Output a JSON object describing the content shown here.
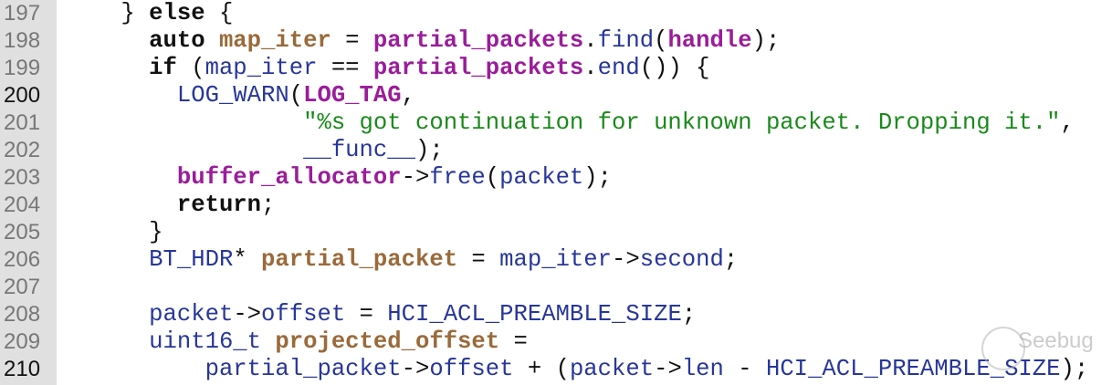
{
  "lines": [
    {
      "num": "197",
      "current": false,
      "tokens": [
        [
          "pl",
          "    } "
        ],
        [
          "kw",
          "else"
        ],
        [
          "pl",
          " {"
        ]
      ]
    },
    {
      "num": "198",
      "current": false,
      "tokens": [
        [
          "pl",
          "      "
        ],
        [
          "kw",
          "auto "
        ],
        [
          "var",
          "map_iter"
        ],
        [
          "pl",
          " = "
        ],
        [
          "mem",
          "partial_packets"
        ],
        [
          "pl",
          "."
        ],
        [
          "id",
          "find"
        ],
        [
          "pl",
          "("
        ],
        [
          "mem",
          "handle"
        ],
        [
          "pl",
          ");"
        ]
      ]
    },
    {
      "num": "199",
      "current": false,
      "tokens": [
        [
          "pl",
          "      "
        ],
        [
          "kw",
          "if"
        ],
        [
          "pl",
          " ("
        ],
        [
          "id",
          "map_iter"
        ],
        [
          "pl",
          " == "
        ],
        [
          "mem",
          "partial_packets"
        ],
        [
          "pl",
          "."
        ],
        [
          "id",
          "end"
        ],
        [
          "pl",
          "()) {"
        ]
      ]
    },
    {
      "num": "200",
      "current": true,
      "tokens": [
        [
          "pl",
          "        "
        ],
        [
          "id",
          "LOG_WARN"
        ],
        [
          "pl",
          "("
        ],
        [
          "mem",
          "LOG_TAG"
        ],
        [
          "pl",
          ","
        ]
      ]
    },
    {
      "num": "201",
      "current": false,
      "tokens": [
        [
          "pl",
          "                 "
        ],
        [
          "str",
          "\"%s got continuation for unknown packet. Dropping it.\""
        ],
        [
          "pl",
          ","
        ]
      ]
    },
    {
      "num": "202",
      "current": false,
      "tokens": [
        [
          "pl",
          "                 "
        ],
        [
          "id",
          "__func__"
        ],
        [
          "pl",
          ");"
        ]
      ]
    },
    {
      "num": "203",
      "current": false,
      "tokens": [
        [
          "pl",
          "        "
        ],
        [
          "mem",
          "buffer_allocator"
        ],
        [
          "pl",
          "->"
        ],
        [
          "id",
          "free"
        ],
        [
          "pl",
          "("
        ],
        [
          "id",
          "packet"
        ],
        [
          "pl",
          ");"
        ]
      ]
    },
    {
      "num": "204",
      "current": false,
      "tokens": [
        [
          "pl",
          "        "
        ],
        [
          "kw",
          "return"
        ],
        [
          "pl",
          ";"
        ]
      ]
    },
    {
      "num": "205",
      "current": false,
      "tokens": [
        [
          "pl",
          "      }"
        ]
      ]
    },
    {
      "num": "206",
      "current": false,
      "tokens": [
        [
          "pl",
          "      "
        ],
        [
          "id",
          "BT_HDR"
        ],
        [
          "pl",
          "* "
        ],
        [
          "var",
          "partial_packet"
        ],
        [
          "pl",
          " = "
        ],
        [
          "id",
          "map_iter"
        ],
        [
          "pl",
          "->"
        ],
        [
          "id",
          "second"
        ],
        [
          "pl",
          ";"
        ]
      ]
    },
    {
      "num": "207",
      "current": false,
      "tokens": []
    },
    {
      "num": "208",
      "current": false,
      "tokens": [
        [
          "pl",
          "      "
        ],
        [
          "id",
          "packet"
        ],
        [
          "pl",
          "->"
        ],
        [
          "id",
          "offset"
        ],
        [
          "pl",
          " = "
        ],
        [
          "id",
          "HCI_ACL_PREAMBLE_SIZE"
        ],
        [
          "pl",
          ";"
        ]
      ]
    },
    {
      "num": "209",
      "current": false,
      "tokens": [
        [
          "pl",
          "      "
        ],
        [
          "id",
          "uint16_t "
        ],
        [
          "var",
          "projected_offset"
        ],
        [
          "pl",
          " ="
        ]
      ]
    },
    {
      "num": "210",
      "current": true,
      "tokens": [
        [
          "pl",
          "          "
        ],
        [
          "id",
          "partial_packet"
        ],
        [
          "pl",
          "->"
        ],
        [
          "id",
          "offset"
        ],
        [
          "pl",
          " + ("
        ],
        [
          "id",
          "packet"
        ],
        [
          "pl",
          "->"
        ],
        [
          "id",
          "len"
        ],
        [
          "pl",
          " - "
        ],
        [
          "id",
          "HCI_ACL_PREAMBLE_SIZE"
        ],
        [
          "pl",
          ");"
        ]
      ]
    }
  ],
  "watermark": "Seebug"
}
